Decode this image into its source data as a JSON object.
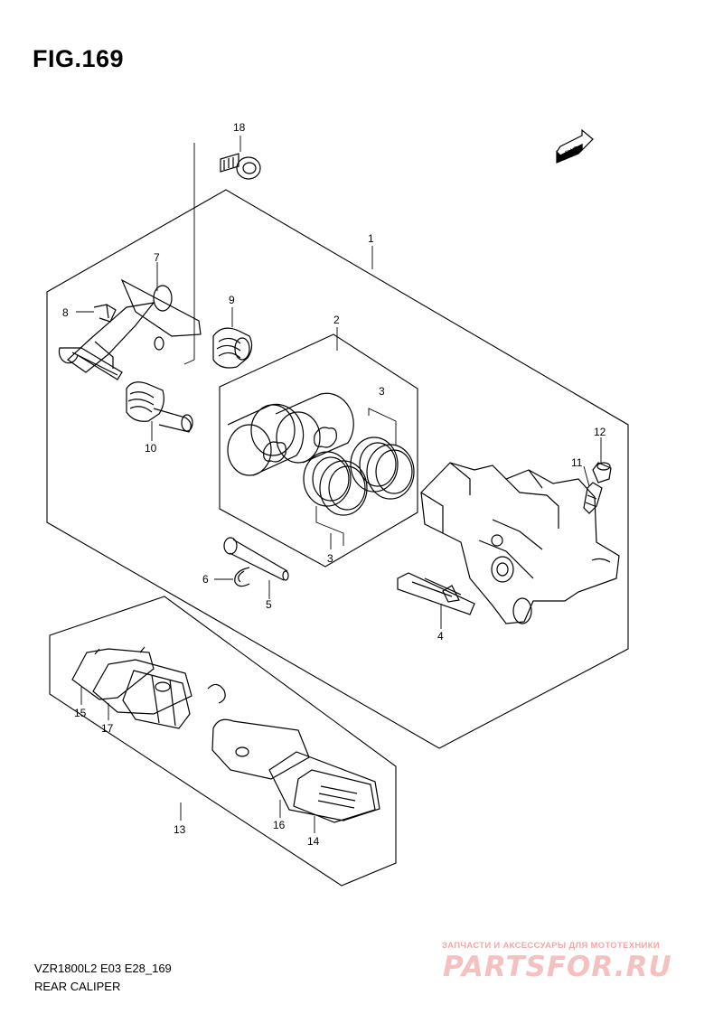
{
  "figure": {
    "title": "FIG.169",
    "fwd_label": "FWD",
    "callouts": {
      "c1": "1",
      "c2": "2",
      "c3a": "3",
      "c3b": "3",
      "c4": "4",
      "c5": "5",
      "c6": "6",
      "c7": "7",
      "c8": "8",
      "c9": "9",
      "c10": "10",
      "c11": "11",
      "c12": "12",
      "c13": "13",
      "c14": "14",
      "c15": "15",
      "c16": "16",
      "c17": "17",
      "c18": "18"
    }
  },
  "footer": {
    "model_code": "VZR1800L2 E03 E28_169",
    "caption": "REAR CALIPER"
  },
  "watermark": {
    "tagline": "ЗАПЧАСТИ И АКСЕССУАРЫ ДЛЯ МОТОТЕХНИКИ",
    "brand": "PARTSFOR.RU"
  }
}
